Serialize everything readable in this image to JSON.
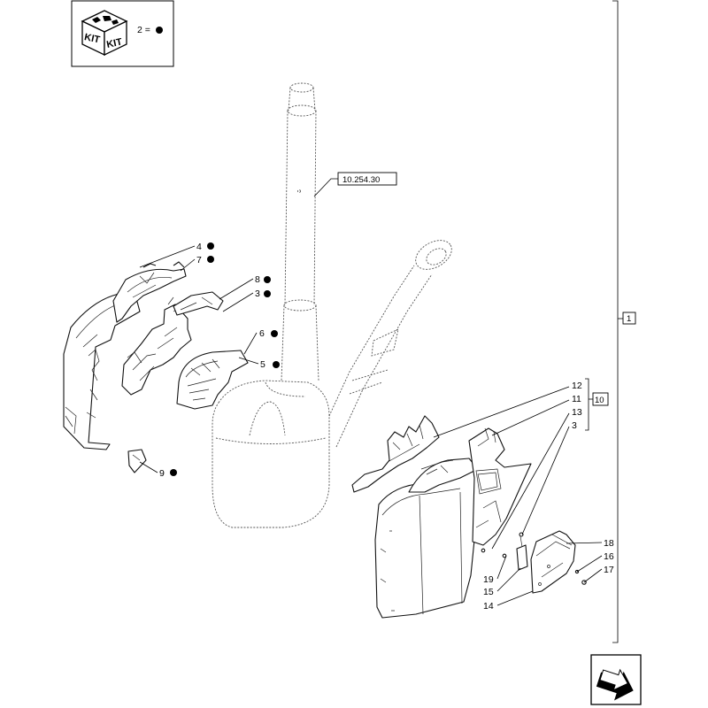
{
  "kit_box": {
    "kit_text_left": "KIT",
    "kit_text_right": "KIT",
    "legend_text": "2 ="
  },
  "references": {
    "ref_main": "10.254.30",
    "ref_group": "10",
    "ref_side": "1"
  },
  "callouts": {
    "c4": "4",
    "c7": "7",
    "c8": "8",
    "c3a": "3",
    "c6": "6",
    "c5": "5",
    "c9": "9",
    "c12": "12",
    "c11": "11",
    "c13": "13",
    "c3b": "3",
    "c18": "18",
    "c16": "16",
    "c17": "17",
    "c19": "19",
    "c15": "15",
    "c14": "14"
  },
  "colors": {
    "line": "#111111",
    "ghost": "#555555",
    "background": "#ffffff"
  },
  "icons": {
    "kit": "kit-box-icon",
    "nav": "next-page-arrow-icon"
  }
}
